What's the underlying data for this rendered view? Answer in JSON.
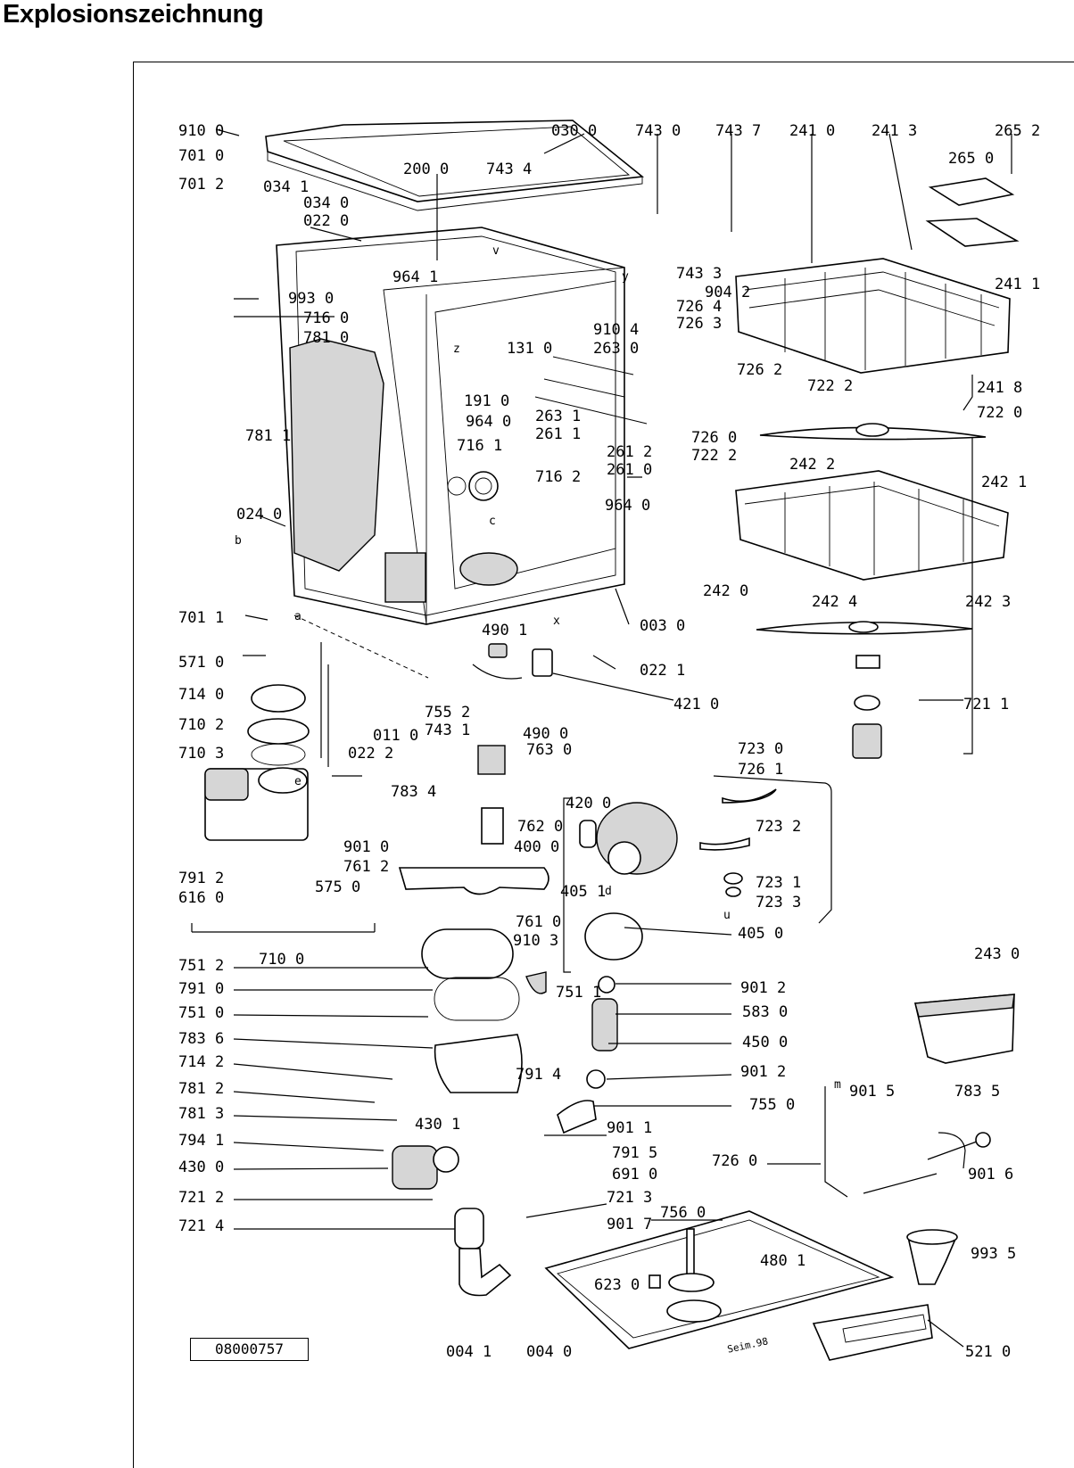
{
  "title": "Explosionszeichnung",
  "reference_code": "08000757",
  "labels": [
    "910 0",
    "701 0",
    "701 2",
    "034 1",
    "034 0",
    "022 0",
    "200 0",
    "743 4",
    "030 0",
    "743 0",
    "743 7",
    "241 0",
    "241 3",
    "265 2",
    "265 0",
    "964 1",
    "743 3",
    "904 2",
    "241 1",
    "993 0",
    "716 0",
    "781 0",
    "726 4",
    "726 3",
    "910 4",
    "263 0",
    "131 0",
    "726 2",
    "241 8",
    "722 2",
    "722 0",
    "781 1",
    "191 0",
    "964 0",
    "263 1",
    "261 1",
    "716 1",
    "261 2",
    "261 0",
    "726 0",
    "722 2",
    "716 2",
    "242 2",
    "242 1",
    "964 0",
    "024 0",
    "242 0",
    "242 4",
    "242 3",
    "701 1",
    "003 0",
    "490 1",
    "571 0",
    "022 1",
    "714 0",
    "755 2",
    "421 0",
    "721 1",
    "710 2",
    "011 0",
    "743 1",
    "490 0",
    "763 0",
    "710 3",
    "022 2",
    "723 0",
    "726 1",
    "783 4",
    "420 0",
    "723 2",
    "762 0",
    "901 0",
    "400 0",
    "761 2",
    "791 2",
    "723 1",
    "616 0",
    "575 0",
    "405 1",
    "723 3",
    "761 0",
    "910 3",
    "405 0",
    "710 0",
    "243 0",
    "751 2",
    "901 2",
    "791 0",
    "751 1",
    "751 0",
    "583 0",
    "783 6",
    "450 0",
    "714 2",
    "791 4",
    "901 2",
    "781 2",
    "755 0",
    "783 5",
    "781 3",
    "901 5",
    "901 1",
    "430 1",
    "794 1",
    "726 0",
    "791 5",
    "430 0",
    "691 0",
    "901 6",
    "721 2",
    "721 3",
    "756 0",
    "721 4",
    "901 7",
    "993 5",
    "480 1",
    "623 0",
    "004 1",
    "004 0",
    "521 0"
  ],
  "letters": [
    "a",
    "b",
    "c",
    "d",
    "e",
    "m",
    "u",
    "v",
    "x",
    "y",
    "z"
  ],
  "signature_text": "Seim.98"
}
